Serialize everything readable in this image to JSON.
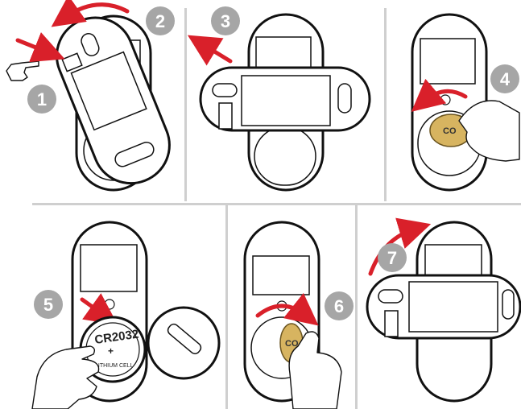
{
  "steps": [
    {
      "number": "1"
    },
    {
      "number": "2"
    },
    {
      "number": "3"
    },
    {
      "number": "4"
    },
    {
      "number": "5"
    },
    {
      "number": "6"
    },
    {
      "number": "7"
    }
  ],
  "battery": {
    "model": "CR2032",
    "type": "LITHIUM CELL",
    "polarity": "+"
  },
  "coin_tool_label": "CO",
  "colors": {
    "arrow": "#d9202a",
    "badge": "#a6a6a6",
    "coin": "#d7b460"
  }
}
